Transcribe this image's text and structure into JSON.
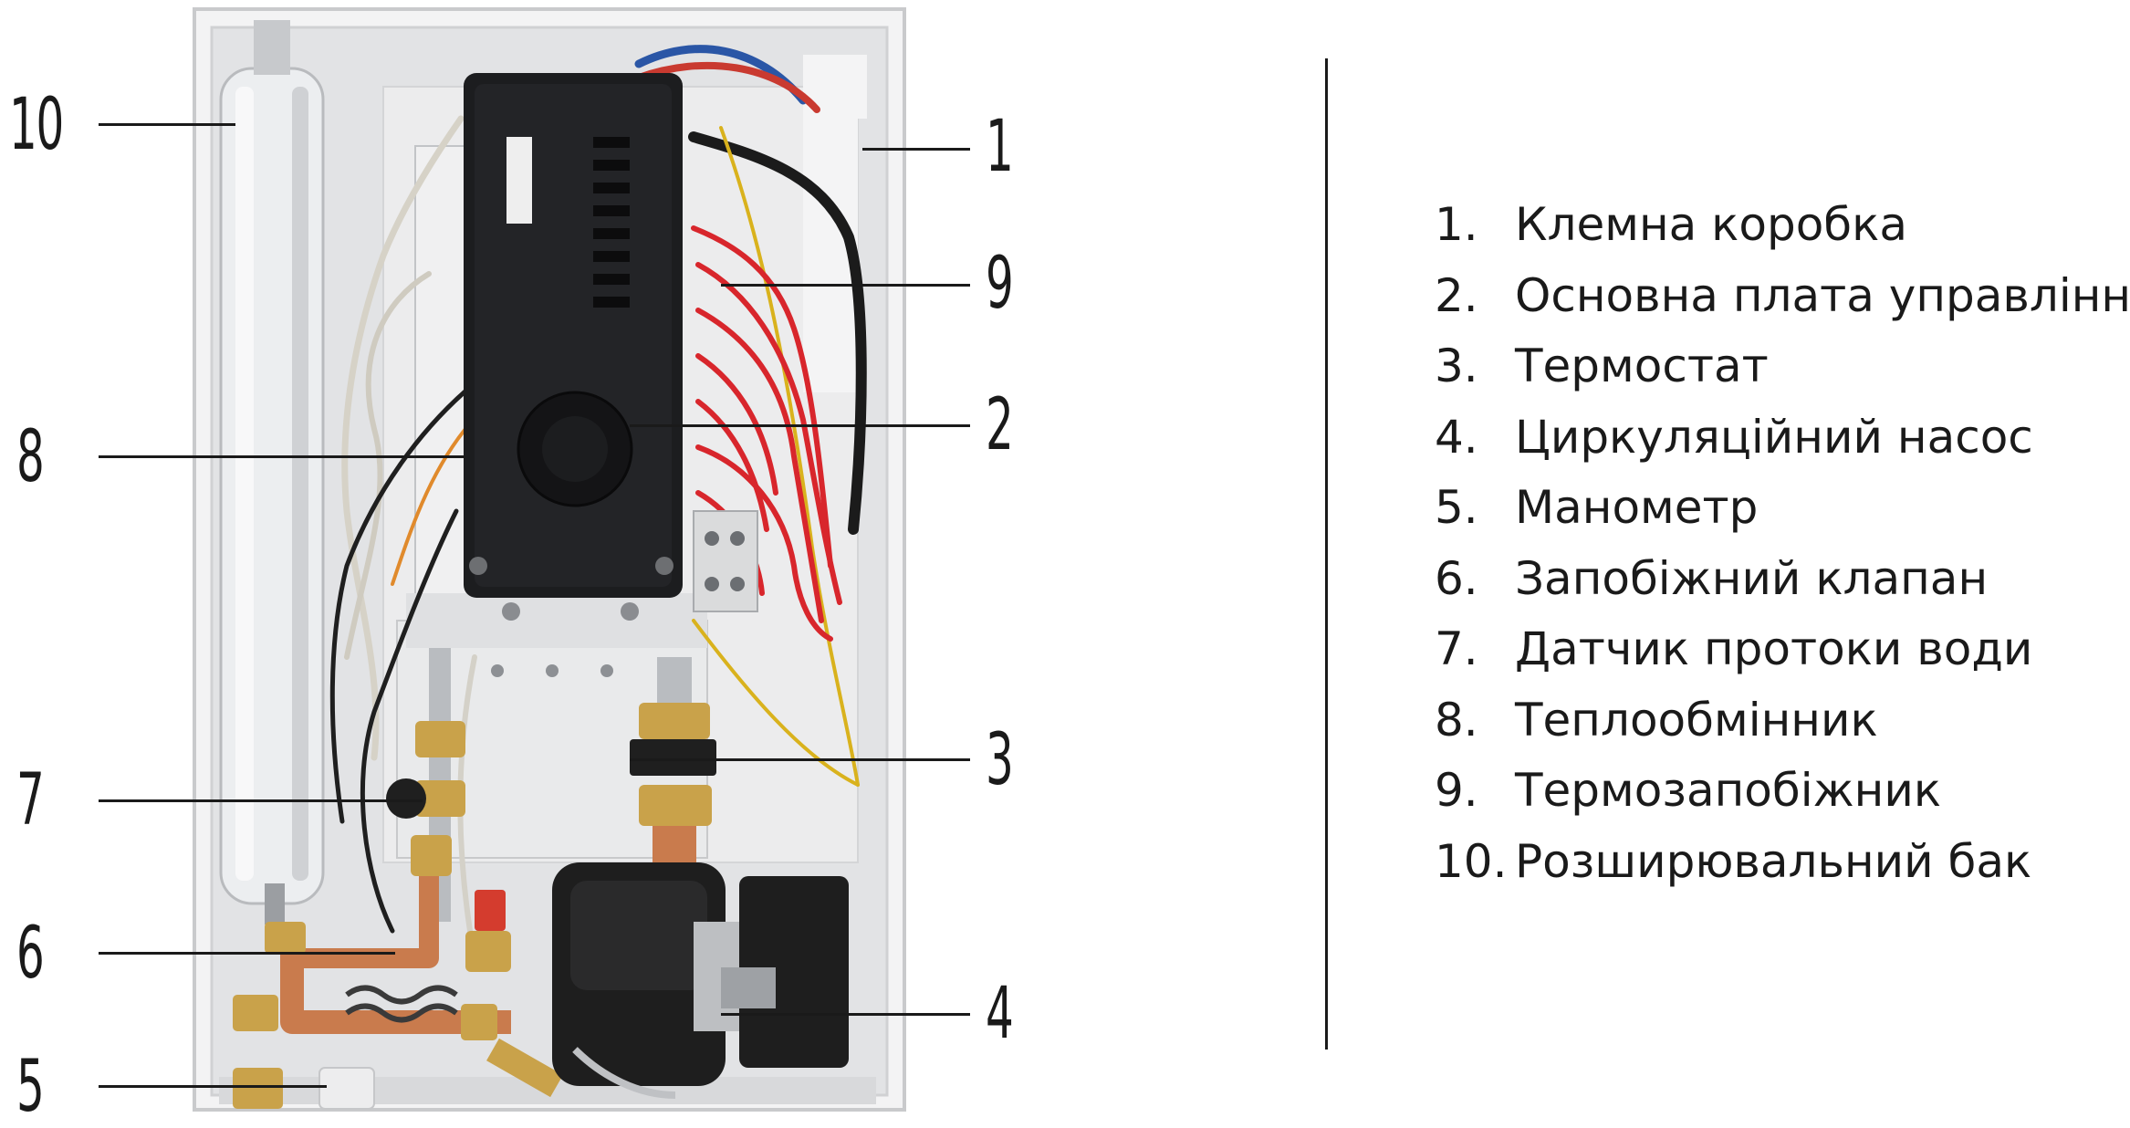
{
  "callouts": [
    {
      "id": "10",
      "label": "10"
    },
    {
      "id": "1",
      "label": "1"
    },
    {
      "id": "9",
      "label": "9"
    },
    {
      "id": "8",
      "label": "8"
    },
    {
      "id": "2",
      "label": "2"
    },
    {
      "id": "3",
      "label": "3"
    },
    {
      "id": "7",
      "label": "7"
    },
    {
      "id": "6",
      "label": "6"
    },
    {
      "id": "4",
      "label": "4"
    },
    {
      "id": "5",
      "label": "5"
    }
  ],
  "legend": [
    {
      "num": "1.",
      "text": "Клемна коробка"
    },
    {
      "num": "2.",
      "text": "Основна плата управління"
    },
    {
      "num": "3.",
      "text": "Термостат"
    },
    {
      "num": "4.",
      "text": "Циркуляційний насос"
    },
    {
      "num": "5.",
      "text": "Манометр"
    },
    {
      "num": "6.",
      "text": "Запобіжний клапан"
    },
    {
      "num": "7.",
      "text": "Датчик протоки води"
    },
    {
      "num": "8.",
      "text": "Теплообмінник"
    },
    {
      "num": "9.",
      "text": "Термозапобіжник"
    },
    {
      "num": "10.",
      "text": "Розширювальний бак"
    }
  ],
  "colors": {
    "cabinet": "#e4e5e7",
    "control_box": "#1c1d1f",
    "wire_red": "#d8262c",
    "copper": "#c97b4d",
    "brass": "#c9a24a",
    "pump": "#1e1e1e"
  }
}
